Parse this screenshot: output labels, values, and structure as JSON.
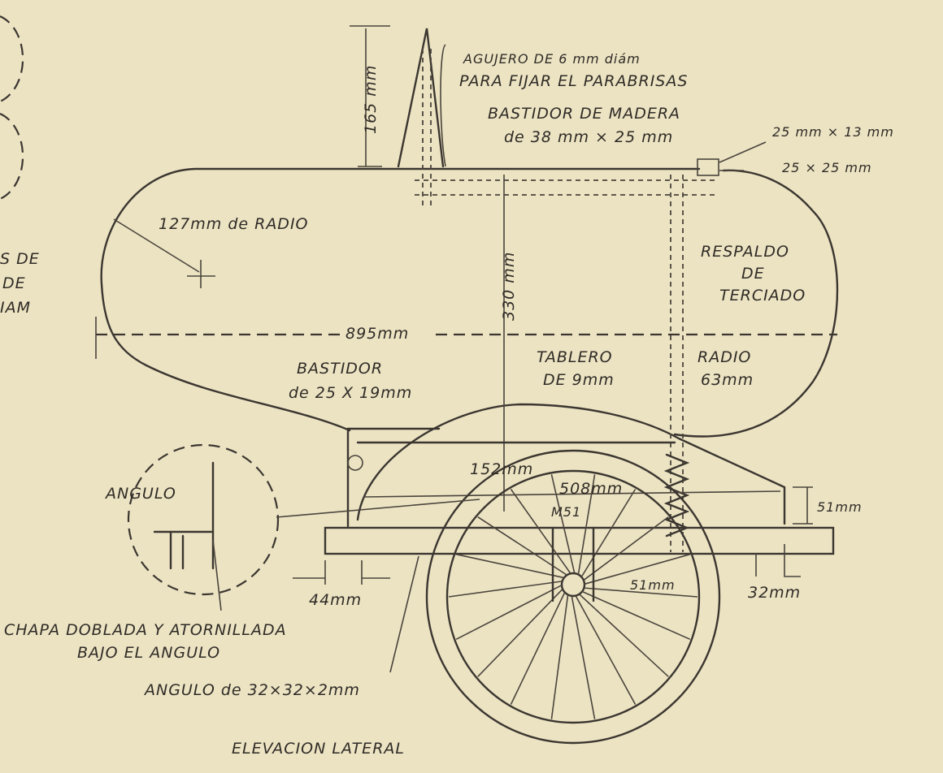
{
  "drawing": {
    "title": "ELEVACION LATERAL",
    "left_cut_text": [
      "S DE",
      "DE",
      "IAM"
    ],
    "labels": {
      "hole_line1": "AGUJERO DE 6 mm diám",
      "hole_line2": "PARA FIJAR EL PARABRISAS",
      "frame_line1": "BASTIDOR DE MADERA",
      "frame_line2": "de 38 mm × 25 mm",
      "dim_25x13": "25 mm × 13 mm",
      "dim_25x25": "25 × 25 mm",
      "dim_165": "165 mm",
      "radius_127": "127mm de RADIO",
      "dim_330": "330 mm",
      "respaldo_1": "RESPALDO",
      "respaldo_2": "DE",
      "respaldo_3": "TERCIADO",
      "dim_895": "895mm",
      "bastidor_1": "BASTIDOR",
      "bastidor_2": "de 25 X 19mm",
      "tablero_1": "TABLERO",
      "tablero_2": "DE 9mm",
      "radio_1": "RADIO",
      "radio_2": "63mm",
      "dim_152": "152mm",
      "dim_508": "508mm",
      "dim_51_right": "51mm",
      "dim_m51": "M51",
      "dim_51_wheel": "51mm",
      "dim_44": "44mm",
      "dim_32": "32mm",
      "angulo": "ANGULO",
      "chapa_1": "CHAPA DOBLADA Y ATORNILLADA",
      "chapa_2": "BAJO EL ANGULO",
      "angle_spec": "ANGULO de 32×32×2mm"
    }
  }
}
